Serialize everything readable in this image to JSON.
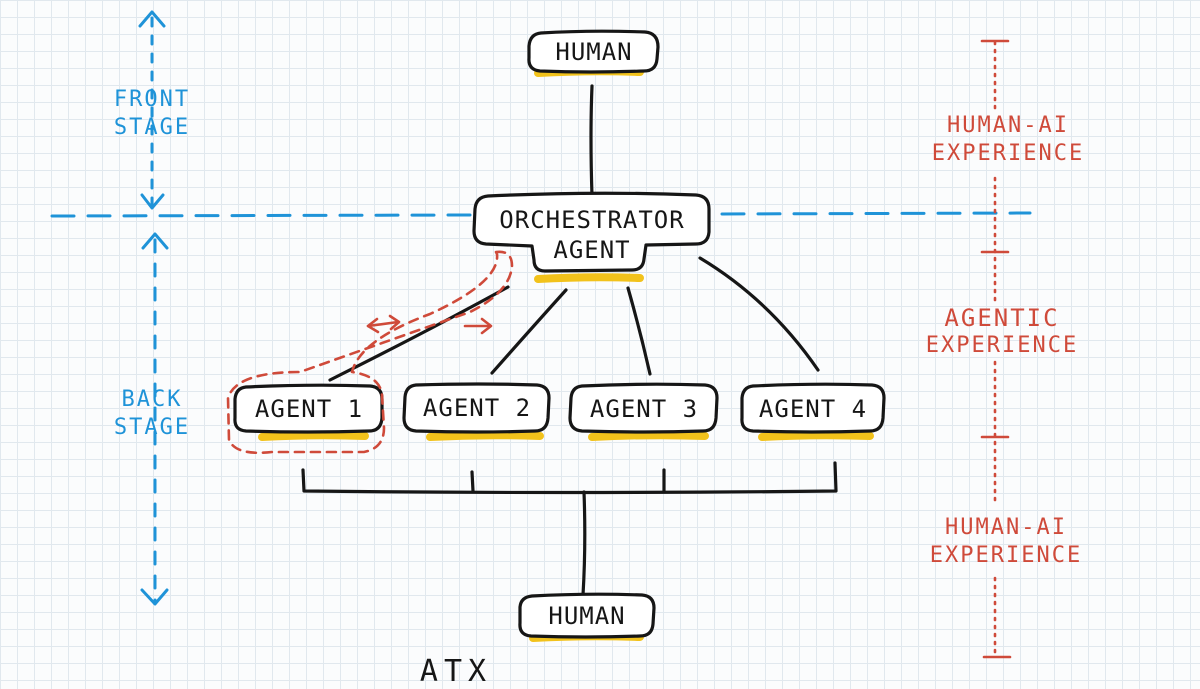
{
  "nodes": {
    "human_top": "HUMAN",
    "orchestrator_line1": "ORCHESTRATOR",
    "orchestrator_line2": "AGENT",
    "agent1": "AGENT 1",
    "agent2": "AGENT 2",
    "agent3": "AGENT 3",
    "agent4": "AGENT 4",
    "human_bottom": "HUMAN"
  },
  "stage_labels": {
    "front_line1": "FRONT",
    "front_line2": "STAGE",
    "back_line1": "BACK",
    "back_line2": "STAGE"
  },
  "experience_labels": {
    "top_line1": "HUMAN-AI",
    "top_line2": "EXPERIENCE",
    "middle_line1": "AGENTIC",
    "middle_line2": "EXPERIENCE",
    "bottom_line1": "HUMAN-AI",
    "bottom_line2": "EXPERIENCE"
  },
  "footer_text": "ATX",
  "colors": {
    "ink": "#161616",
    "stage_blue": "#1f93d8",
    "experience_red": "#cf4a3a",
    "highlight_yellow": "#f2c21b",
    "grid": "#e1e8ee"
  }
}
